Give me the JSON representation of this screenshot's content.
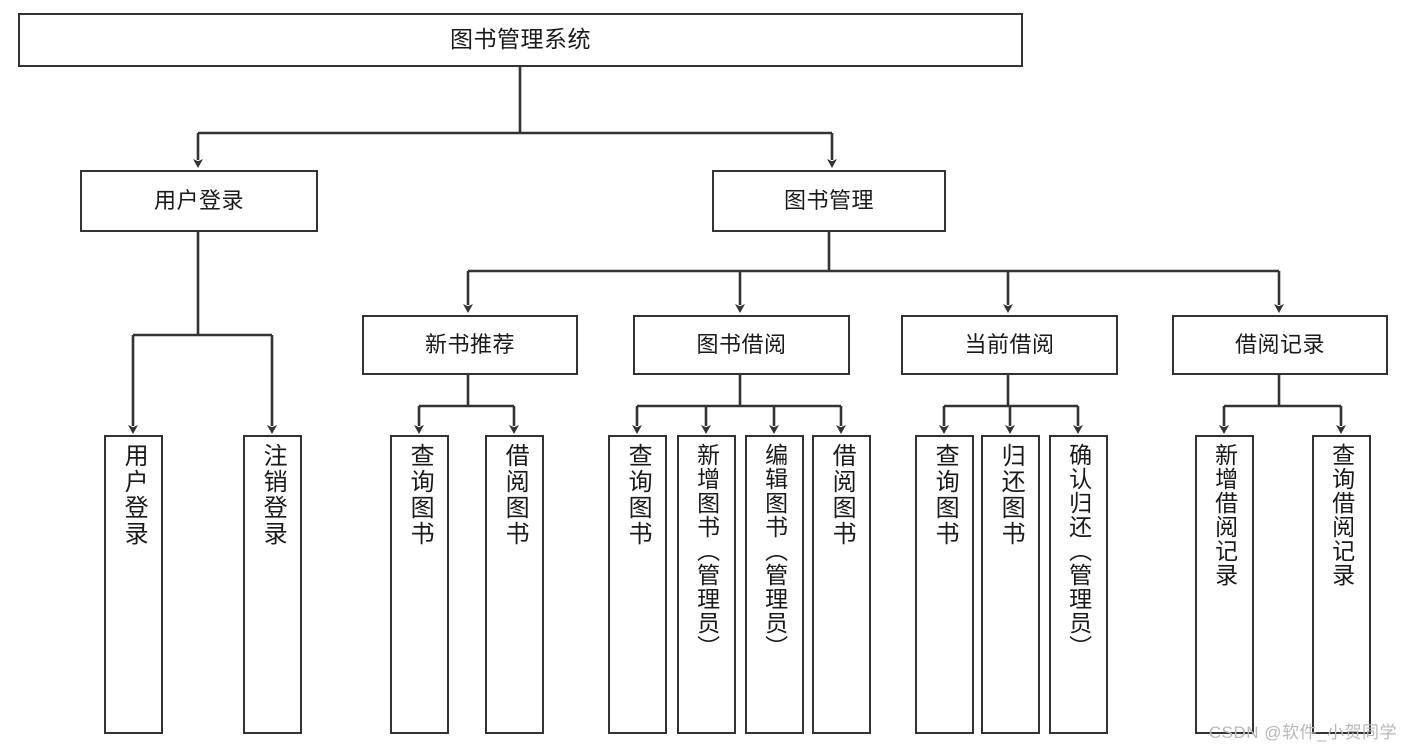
{
  "diagram": {
    "title": "图书管理系统",
    "type": "tree-hierarchy",
    "watermark": "CSDN @软件_小贺同学",
    "colors": {
      "box_border": "#333333",
      "box_fill": "#ffffff",
      "edge": "#333333",
      "background": "#ffffff",
      "watermark": "#b8b8b8"
    },
    "nodes": {
      "root": {
        "label": "图书管理系统",
        "level": 0
      },
      "user_login": {
        "label": "用户登录",
        "level": 1
      },
      "book_manage": {
        "label": "图书管理",
        "level": 1
      },
      "new_book_rec": {
        "label": "新书推荐",
        "level": 2
      },
      "book_borrow": {
        "label": "图书借阅",
        "level": 2
      },
      "current_borrow": {
        "label": "当前借阅",
        "level": 2
      },
      "borrow_record": {
        "label": "借阅记录",
        "level": 2
      },
      "leaf_user_login": {
        "label": "用户登录",
        "level": 2
      },
      "leaf_logout": {
        "label": "注销登录",
        "level": 2
      },
      "leaf_query_book_1": {
        "label": "查询图书",
        "level": 3
      },
      "leaf_borrow_book_1": {
        "label": "借阅图书",
        "level": 3
      },
      "leaf_query_book_2": {
        "label": "查询图书",
        "level": 3
      },
      "leaf_add_book": {
        "label": "新增图书（管理员）",
        "level": 3
      },
      "leaf_edit_book": {
        "label": "编辑图书（管理员）",
        "level": 3
      },
      "leaf_borrow_book_2": {
        "label": "借阅图书",
        "level": 3
      },
      "leaf_query_book_3": {
        "label": "查询图书",
        "level": 3
      },
      "leaf_return_book": {
        "label": "归还图书",
        "level": 3
      },
      "leaf_confirm_return": {
        "label": "确认归还（管理员）",
        "level": 3
      },
      "leaf_add_record": {
        "label": "新增借阅记录",
        "level": 3
      },
      "leaf_query_record": {
        "label": "查询借阅记录",
        "level": 3
      }
    },
    "edges": [
      {
        "from": "root",
        "to": "user_login"
      },
      {
        "from": "root",
        "to": "book_manage"
      },
      {
        "from": "user_login",
        "to": "leaf_user_login"
      },
      {
        "from": "user_login",
        "to": "leaf_logout"
      },
      {
        "from": "book_manage",
        "to": "new_book_rec"
      },
      {
        "from": "book_manage",
        "to": "book_borrow"
      },
      {
        "from": "book_manage",
        "to": "current_borrow"
      },
      {
        "from": "book_manage",
        "to": "borrow_record"
      },
      {
        "from": "new_book_rec",
        "to": "leaf_query_book_1"
      },
      {
        "from": "new_book_rec",
        "to": "leaf_borrow_book_1"
      },
      {
        "from": "book_borrow",
        "to": "leaf_query_book_2"
      },
      {
        "from": "book_borrow",
        "to": "leaf_add_book"
      },
      {
        "from": "book_borrow",
        "to": "leaf_edit_book"
      },
      {
        "from": "book_borrow",
        "to": "leaf_borrow_book_2"
      },
      {
        "from": "current_borrow",
        "to": "leaf_query_book_3"
      },
      {
        "from": "current_borrow",
        "to": "leaf_return_book"
      },
      {
        "from": "current_borrow",
        "to": "leaf_confirm_return"
      },
      {
        "from": "borrow_record",
        "to": "leaf_add_record"
      },
      {
        "from": "borrow_record",
        "to": "leaf_query_record"
      }
    ]
  }
}
